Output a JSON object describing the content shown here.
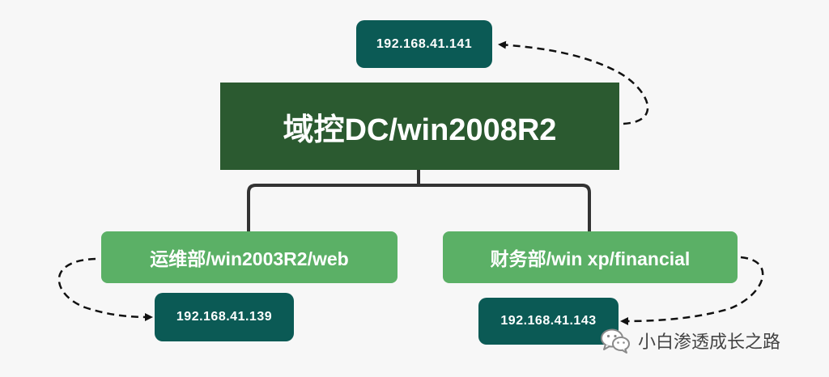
{
  "diagram": {
    "root": {
      "label": "域控DC/win2008R2",
      "ip": "192.168.41.141"
    },
    "children": [
      {
        "label": "运维部/win2003R2/web",
        "ip": "192.168.41.139"
      },
      {
        "label": "财务部/win xp/financial",
        "ip": "192.168.41.143"
      }
    ]
  },
  "colors": {
    "background": "#f7f7f7",
    "root_fill": "#2b5a30",
    "child_fill": "#5bb066",
    "ip_fill": "#0b5a55",
    "connector": "#333333"
  },
  "watermark": {
    "text": "小白渗透成长之路",
    "icon": "wechat-icon"
  }
}
